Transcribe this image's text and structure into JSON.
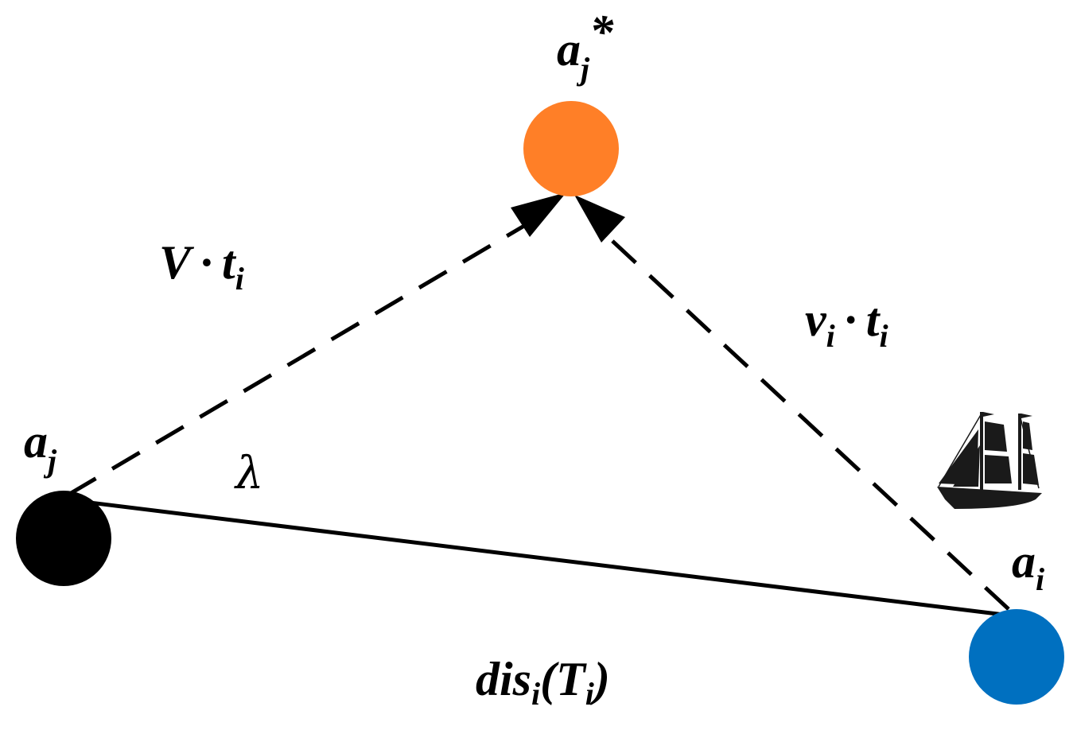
{
  "nodes": {
    "aj": {
      "base": "a",
      "sub": "j",
      "color": "#000000"
    },
    "aj_star": {
      "base": "a",
      "sub": "j",
      "sup": "*",
      "color": "#FF7F27"
    },
    "ai": {
      "base": "a",
      "sub": "i",
      "color": "#0070C0"
    }
  },
  "edges": {
    "V_ti": {
      "base1": "V",
      "dot": "·",
      "base2": "t",
      "sub2": "i"
    },
    "vi_ti": {
      "base1": "v",
      "sub1": "i",
      "dot": "·",
      "base2": "t",
      "sub2": "i"
    },
    "dis": {
      "base": "dis",
      "sub": "i",
      "paren_open": "(",
      "inner": "T",
      "inner_sub": "i",
      "paren_close": ")"
    }
  },
  "angle": {
    "label": "λ"
  },
  "icons": [
    "sailing-ship-icon"
  ]
}
